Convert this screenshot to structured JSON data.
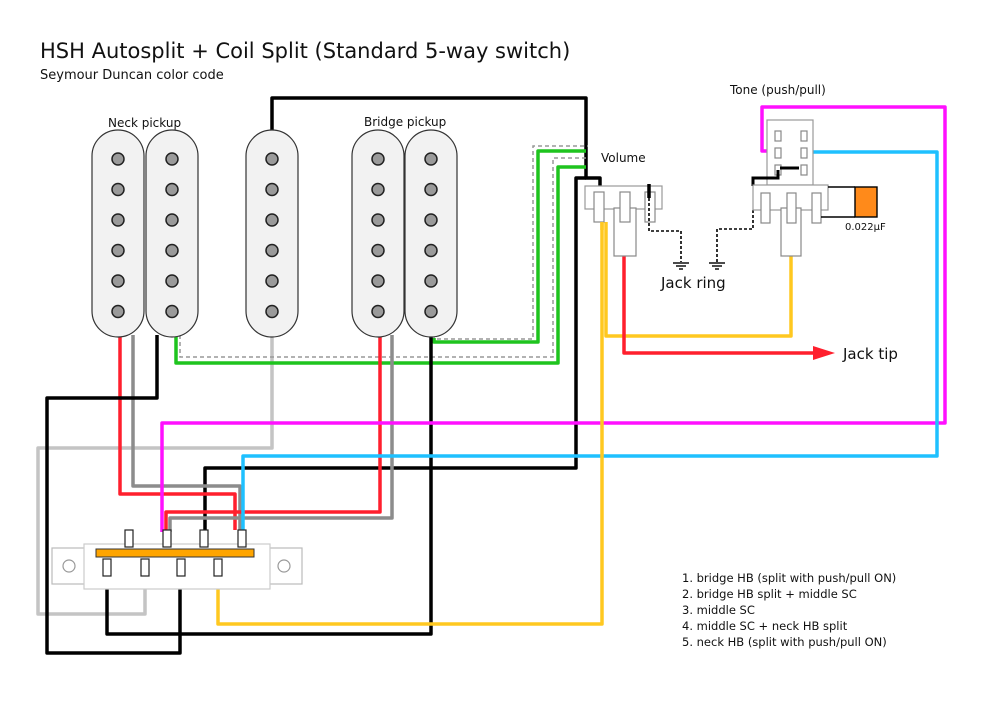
{
  "title": "HSH Autosplit + Coil Split (Standard 5-way switch)",
  "subtitle": "Seymour Duncan color code",
  "labels": {
    "neck_pickup": "Neck pickup",
    "bridge_pickup": "Bridge pickup",
    "volume": "Volume",
    "tone": "Tone (push/pull)",
    "capacitor": "0.022µF",
    "jack_ring": "Jack ring",
    "jack_tip": "Jack tip"
  },
  "switch_positions": [
    "1. bridge HB (split with push/pull ON)",
    "2. bridge HB split + middle SC",
    "3. middle SC",
    "4. middle SC + neck HB split",
    "5. neck HB (split with push/pull ON)"
  ],
  "pickups": [
    {
      "name": "neck",
      "type": "humbucker",
      "coils": 2,
      "poles_per_coil": 6
    },
    {
      "name": "middle",
      "type": "single-coil",
      "coils": 1,
      "poles_per_coil": 6
    },
    {
      "name": "bridge",
      "type": "humbucker",
      "coils": 2,
      "poles_per_coil": 6
    }
  ],
  "wire_colors": {
    "red": "#ff1f2d",
    "black": "#000000",
    "green": "#1ec41e",
    "white_gray": "#8c8c8c",
    "light_gray": "#c4c4c4",
    "bare": "#9a9a9a",
    "yellow": "#ffc820",
    "magenta": "#ff10ff",
    "cyan": "#1ec0ff",
    "capacitor": "#ff8a1a",
    "switch_bar": "#ffa500"
  }
}
